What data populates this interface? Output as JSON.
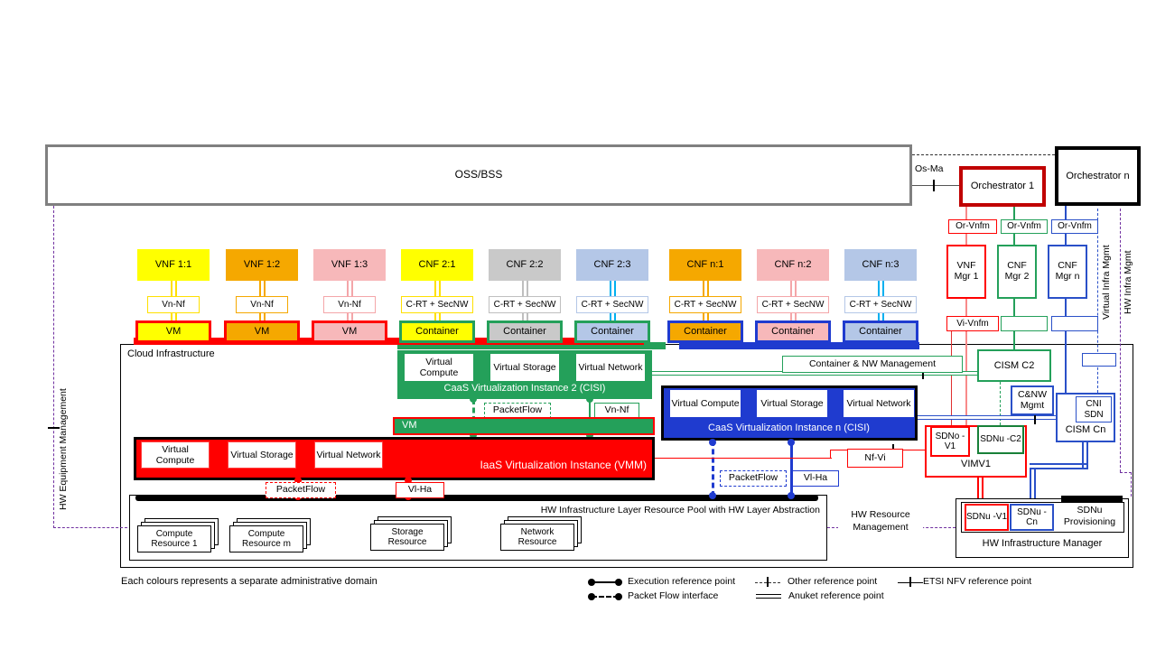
{
  "colors": {
    "yellow": "#ffff00",
    "orange": "#f5a800",
    "pink": "#f7b8ba",
    "gray": "#c9c9c9",
    "light_blue": "#b4c7e7",
    "cyan": "#00b0f0",
    "red": "#ff0000",
    "dark_red": "#c00000",
    "green": "#24a05a",
    "dark_green": "#188038",
    "blue": "#1f3bcf",
    "mgmt_blue": "#2a50c8",
    "purple": "#7030a0",
    "oss_gray": "#808080",
    "salmon": "#f88a8a"
  },
  "top": {
    "oss_bss": "OSS/BSS",
    "os_ma": "Os-Ma",
    "orchestrator_1": "Orchestrator 1",
    "orchestrator_n": "Orchestrator n"
  },
  "nf_row": {
    "items": [
      {
        "label": "VNF 1:1",
        "fill": "#ffff00",
        "line": "#ffe000",
        "iface": "Vn-Nf",
        "iface_border": "#ffe000",
        "unit": "VM",
        "unit_border": "#ff0000"
      },
      {
        "label": "VNF 1:2",
        "fill": "#f5a800",
        "line": "#f5a800",
        "iface": "Vn-Nf",
        "iface_border": "#f5a800",
        "unit": "VM",
        "unit_border": "#ff0000"
      },
      {
        "label": "VNF 1:3",
        "fill": "#f7b8ba",
        "line": "#f4a6a9",
        "iface": "Vn-Nf",
        "iface_border": "#f4a6a9",
        "unit": "VM",
        "unit_border": "#ff0000"
      },
      {
        "label": "CNF 2:1",
        "fill": "#ffff00",
        "line": "#ffe000",
        "iface": "C-RT + SecNW",
        "iface_border": "#ffe000",
        "unit": "Container",
        "unit_border": "#24a05a"
      },
      {
        "label": "CNF 2:2",
        "fill": "#c9c9c9",
        "line": "#bfbfbf",
        "iface": "C-RT + SecNW",
        "iface_border": "#bfbfbf",
        "unit": "Container",
        "unit_border": "#24a05a"
      },
      {
        "label": "CNF 2:3",
        "fill": "#b4c7e7",
        "line": "#00b0f0",
        "iface": "C-RT + SecNW",
        "iface_border": "#b4c7e7",
        "unit": "Container",
        "unit_border": "#24a05a"
      },
      {
        "label": "CNF n:1",
        "fill": "#f5a800",
        "line": "#f5a800",
        "iface": "C-RT + SecNW",
        "iface_border": "#f5a800",
        "unit": "Container",
        "unit_border": "#1f3bcf"
      },
      {
        "label": "CNF n:2",
        "fill": "#f7b8ba",
        "line": "#f4a6a9",
        "iface": "C-RT + SecNW",
        "iface_border": "#f4a6a9",
        "unit": "Container",
        "unit_border": "#1f3bcf"
      },
      {
        "label": "CNF n:3",
        "fill": "#b4c7e7",
        "line": "#00b0f0",
        "iface": "C-RT + SecNW",
        "iface_border": "#b4c7e7",
        "unit": "Container",
        "unit_border": "#1f3bcf"
      }
    ]
  },
  "cloud": {
    "title": "Cloud Infrastructure",
    "virtual_compute": "Virtual Compute",
    "virtual_storage": "Virtual Storage",
    "virtual_network": "Virtual Network",
    "caas_2": "CaaS Virtualization Instance 2 (CISI)",
    "caas_n": "CaaS Virtualization Instance n (CISI)",
    "iaas": "IaaS Virtualization Instance (VMM)",
    "vm_bar": "VM",
    "packetflow": "PacketFlow",
    "vn_nf": "Vn-Nf",
    "vl_ha": "Vl-Ha"
  },
  "pool": {
    "title": "HW Infrastructure Layer Resource Pool with HW Layer Abstraction",
    "resources": [
      "Compute Resource 1",
      "Compute Resource m",
      "Storage Resource",
      "Network Resource"
    ]
  },
  "management": {
    "or_vnfm": "Or-Vnfm",
    "vi_vnfm": "Vi-Vnfm",
    "vnf_mgr_1": "VNF Mgr 1",
    "cnf_mgr_2": "CNF Mgr 2",
    "cnf_mgr_n": "CNF Mgr n",
    "container_nw_mgmt": "Container & NW Management",
    "cism_c2": "CISM C2",
    "cnw_mgmt": "C&NW Mgmt",
    "cni_sdn": "CNI SDN",
    "cism_cn": "CISM Cn",
    "sdno_v1": "SDNo -V1",
    "sdnu_c2": "SDNu -C2",
    "vimv1": "VIMV1",
    "nf_vi": "Nf-Vi",
    "sdnu_v1": "SDNu -V1",
    "sdnu_cn": "SDNu -Cn",
    "sdnu_provisioning": "SDNu Provisioning",
    "hw_infrastructure_manager": "HW Infrastructure Manager",
    "hw_resource_management": "HW Resource Management",
    "virtual_infra_mgmt": "Virtual Infra Mgmt",
    "hw_infra_mgmt": "HW Infra Mgmt",
    "hw_equipment_management": "HW Equipment Management"
  },
  "footnote": "Each colours represents a separate administrative domain",
  "legend": {
    "execution": "Execution reference point",
    "packet_flow": "Packet Flow interface",
    "other": "Other reference point",
    "anuket": "Anuket reference point",
    "etsi": "ETSI NFV reference point"
  }
}
